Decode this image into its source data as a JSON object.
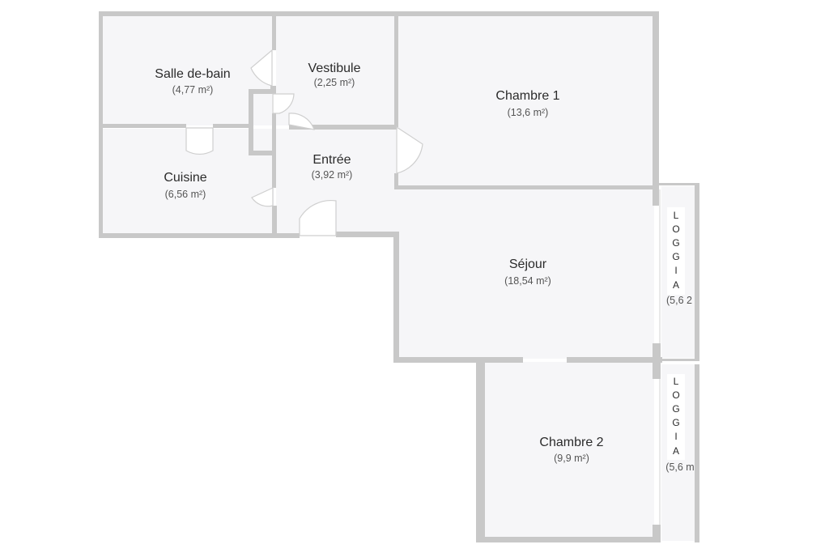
{
  "colors": {
    "wall": "#c8c8c8",
    "floor": "#f6f6f8",
    "text": "#2b2b2b",
    "subtext": "#555555"
  },
  "rooms": {
    "salle_de_bain": {
      "name": "Salle de-bain",
      "area": "(4,77 m²)"
    },
    "vestibule": {
      "name": "Vestibule",
      "area": "(2,25 m²)"
    },
    "chambre1": {
      "name": "Chambre 1",
      "area": "(13,6 m²)"
    },
    "entree": {
      "name": "Entrée",
      "area": "(3,92 m²)"
    },
    "cuisine": {
      "name": "Cuisine",
      "area": "(6,56 m²)"
    },
    "sejour": {
      "name": "Séjour",
      "area": "(18,54 m²)"
    },
    "chambre2": {
      "name": "Chambre 2",
      "area": "(9,9 m²)"
    }
  },
  "loggias": {
    "top": {
      "letters": [
        "L",
        "O",
        "G",
        "G",
        "I",
        "A"
      ],
      "area": "(5,6 2"
    },
    "bottom": {
      "letters": [
        "L",
        "O",
        "G",
        "G",
        "I",
        "A"
      ],
      "area": "(5,6 m"
    }
  }
}
